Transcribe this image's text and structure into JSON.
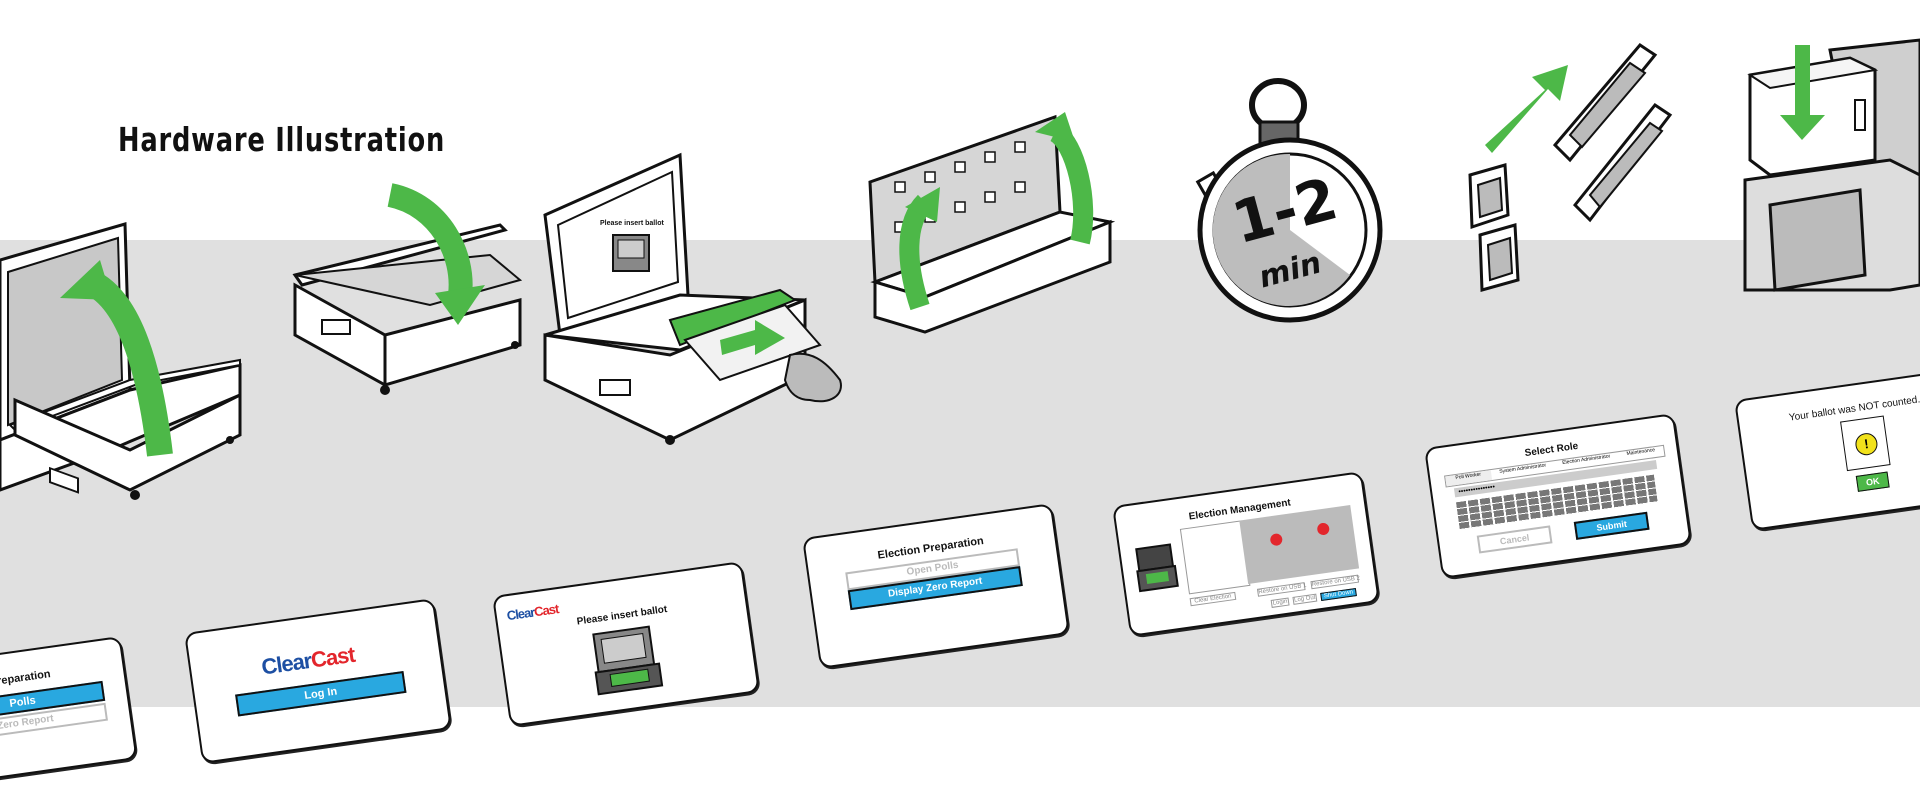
{
  "heading": "Hardware Illustration",
  "colors": {
    "accent_green": "#4db848",
    "button_blue": "#29a8e0",
    "band_grey": "#e0e0e0",
    "logo_blue": "#1d4fa3",
    "logo_red": "#e3262c"
  },
  "illustrations": {
    "insert_text": "Please insert ballot",
    "timer_value": "1-2",
    "timer_unit": "min",
    "icons": [
      "scanner-open-lid-icon",
      "scanner-close-lid-icon",
      "ballot-insert-icon",
      "ballot-box-open-icon",
      "stopwatch-icon",
      "usb-drive-icon",
      "ballot-box-drop-icon"
    ]
  },
  "screens": {
    "preparation_partial": {
      "title": "Preparation",
      "primary": "Polls",
      "secondary": "Zero Report"
    },
    "login": {
      "logo_a": "Clear",
      "logo_b": "Cast",
      "button": "Log In"
    },
    "insert": {
      "logo_a": "Clear",
      "logo_b": "Cast",
      "title": "Please insert ballot"
    },
    "election_prep": {
      "title": "Election Preparation",
      "open": "Open Polls",
      "report": "Display Zero Report"
    },
    "management": {
      "title": "Election Management",
      "buttons": [
        "Clear Election",
        "Restore on USB 1",
        "Restore on USB 2",
        "Login",
        "Log Out",
        "Shut Down"
      ]
    },
    "role": {
      "title": "Select Role",
      "tabs": [
        "Poll Worker",
        "System Administrator",
        "Election Administrator",
        "Maintenance"
      ],
      "password": "•••••••••••••••",
      "cancel": "Cancel",
      "submit": "Submit"
    },
    "not_counted": {
      "message": "Your ballot was NOT counted.",
      "ok": "OK"
    }
  }
}
